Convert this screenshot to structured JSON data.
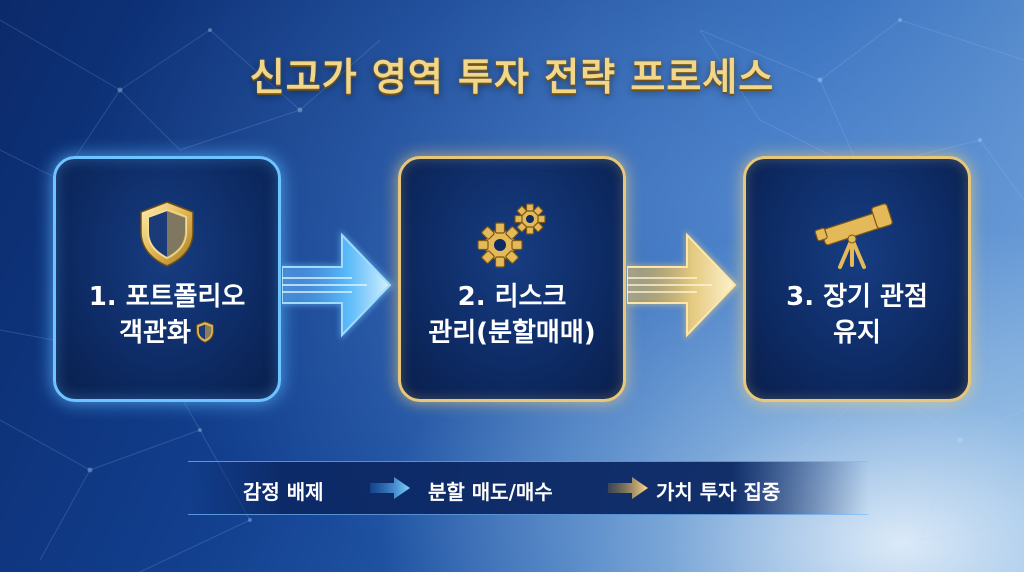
{
  "title": "신고가 영역 투자 전략 프로세스",
  "steps": [
    {
      "line1": "1. 포트폴리오",
      "line2": "객관화",
      "icon": "shield-icon"
    },
    {
      "line1": "2. 리스크",
      "line2": "관리(분할매매)",
      "icon": "gears-icon"
    },
    {
      "line1": "3. 장기 관점",
      "line2": "유지",
      "icon": "telescope-icon"
    }
  ],
  "summary": [
    "감정 배제",
    "분할 매도/매수",
    "가치 투자 집중"
  ],
  "colors": {
    "title_gold": "#f2d78a",
    "blue_glow": "#6fc3ff",
    "gold_border": "#e6c77c",
    "card_bg": "#0d2a63"
  }
}
